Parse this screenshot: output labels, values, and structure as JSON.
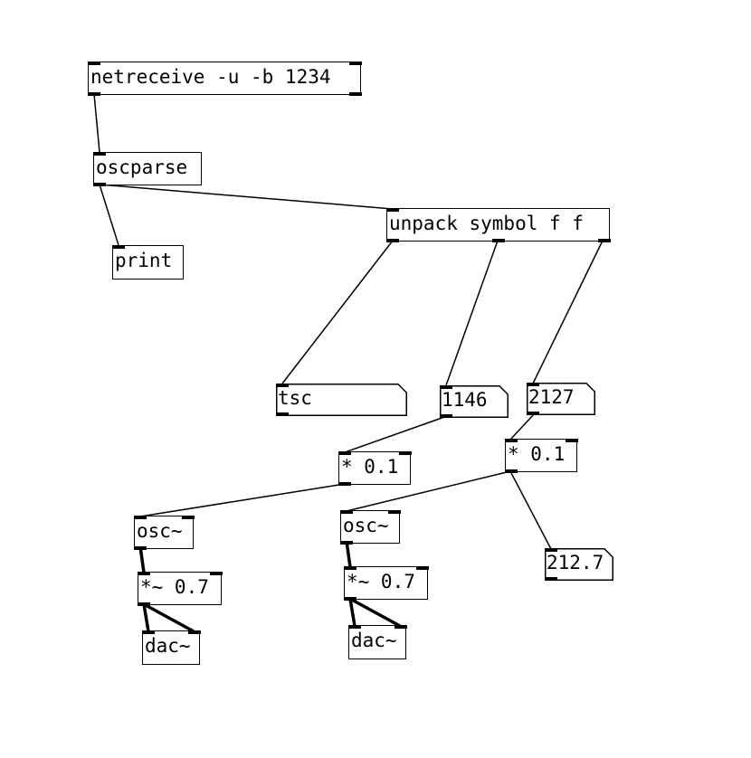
{
  "patch": {
    "objects": {
      "netreceive": "netreceive -u -b 1234",
      "oscparse": "oscparse",
      "print": "print",
      "unpack": "unpack symbol f f",
      "tsc": "tsc",
      "num1": "1146",
      "num2": "2127",
      "mul1": "* 0.1",
      "mul2": "* 0.1",
      "num3": "212.7",
      "osc1": "osc~",
      "osc2": "osc~",
      "gain1": "*~ 0.7",
      "gain2": "*~ 0.7",
      "dac1": "dac~",
      "dac2": "dac~"
    }
  }
}
